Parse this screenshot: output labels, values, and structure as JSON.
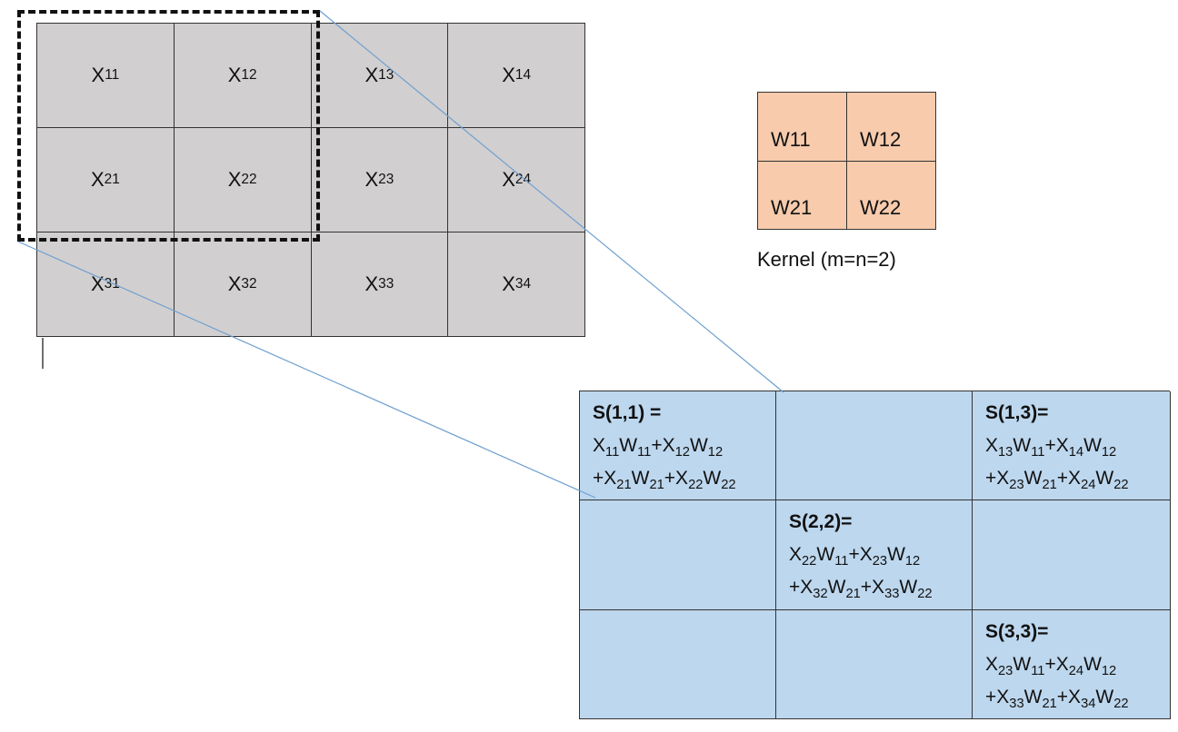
{
  "input_matrix": {
    "rows": [
      [
        {
          "base": "X",
          "sub": "11"
        },
        {
          "base": "X",
          "sub": "12"
        },
        {
          "base": "X",
          "sub": "13"
        },
        {
          "base": "X",
          "sub": "14"
        }
      ],
      [
        {
          "base": "X",
          "sub": "21"
        },
        {
          "base": "X",
          "sub": "22"
        },
        {
          "base": "X",
          "sub": "23"
        },
        {
          "base": "X",
          "sub": "24"
        }
      ],
      [
        {
          "base": "X",
          "sub": "31"
        },
        {
          "base": "X",
          "sub": "32"
        },
        {
          "base": "X",
          "sub": "33"
        },
        {
          "base": "X",
          "sub": "34"
        }
      ]
    ]
  },
  "kernel": {
    "cells": [
      "W11",
      "W12",
      "W21",
      "W22"
    ],
    "caption": "Kernel (m=n=2)"
  },
  "output_matrix": {
    "s11": {
      "title": "S(1,1) =",
      "line1": [
        {
          "t": "X"
        },
        {
          "s": "11"
        },
        {
          "t": "W"
        },
        {
          "s": "11"
        },
        {
          "t": "+X"
        },
        {
          "s": "12"
        },
        {
          "t": "W"
        },
        {
          "s": "12"
        }
      ],
      "line2": [
        {
          "t": "+X"
        },
        {
          "s": "21"
        },
        {
          "t": "W"
        },
        {
          "s": "21"
        },
        {
          "t": "+X"
        },
        {
          "s": "22"
        },
        {
          "t": "W"
        },
        {
          "s": "22"
        }
      ]
    },
    "s13": {
      "title": "S(1,3)=",
      "line1": [
        {
          "t": "X"
        },
        {
          "s": "13"
        },
        {
          "t": "W"
        },
        {
          "s": "11"
        },
        {
          "t": "+X"
        },
        {
          "s": "14"
        },
        {
          "t": "W"
        },
        {
          "s": "12"
        }
      ],
      "line2": [
        {
          "t": "+X"
        },
        {
          "s": "23"
        },
        {
          "t": "W"
        },
        {
          "s": "21"
        },
        {
          "t": "+X"
        },
        {
          "s": "24"
        },
        {
          "t": "W"
        },
        {
          "s": "22"
        }
      ]
    },
    "s22": {
      "title": "S(2,2)=",
      "line1": [
        {
          "t": "X"
        },
        {
          "s": "22"
        },
        {
          "t": "W"
        },
        {
          "s": "11"
        },
        {
          "t": "+X"
        },
        {
          "s": "23"
        },
        {
          "t": "W"
        },
        {
          "s": "12"
        }
      ],
      "line2": [
        {
          "t": "+X"
        },
        {
          "s": "32"
        },
        {
          "t": "W"
        },
        {
          "s": "21"
        },
        {
          "t": "+X"
        },
        {
          "s": "33"
        },
        {
          "t": "W"
        },
        {
          "s": "22"
        }
      ]
    },
    "s33": {
      "title": "S(3,3)=",
      "line1": [
        {
          "t": "X"
        },
        {
          "s": "23"
        },
        {
          "t": "W"
        },
        {
          "s": "11"
        },
        {
          "t": "+X"
        },
        {
          "s": "24"
        },
        {
          "t": "W"
        },
        {
          "s": "12"
        }
      ],
      "line2": [
        {
          "t": "+X"
        },
        {
          "s": "33"
        },
        {
          "t": "W"
        },
        {
          "s": "21"
        },
        {
          "t": "+X"
        },
        {
          "s": "34"
        },
        {
          "t": "W"
        },
        {
          "s": "22"
        }
      ]
    }
  },
  "colors": {
    "input_fill": "#d1cfd0",
    "kernel_fill": "#f7cbac",
    "output_fill": "#bdd7ee",
    "connector_line": "#6f9fcf"
  }
}
